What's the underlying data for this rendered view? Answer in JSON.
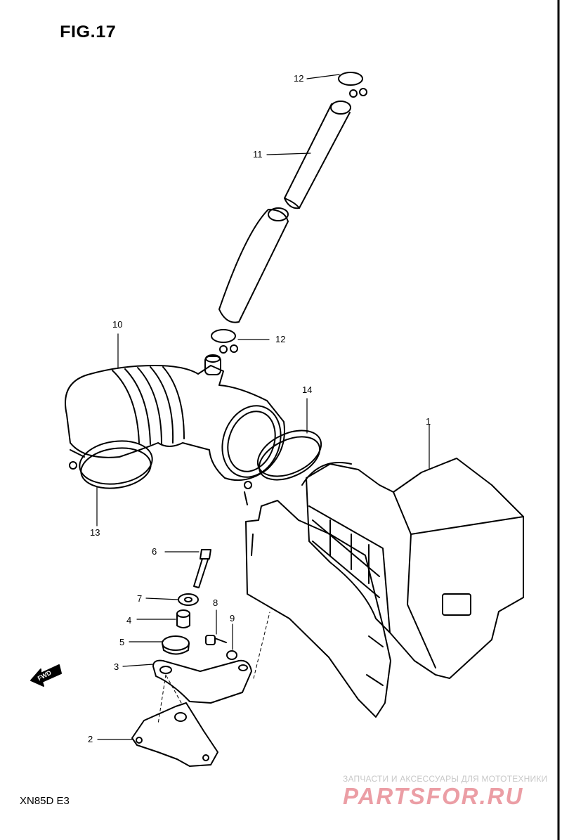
{
  "figure": {
    "title": "FIG.17",
    "model": "XN85D E3"
  },
  "callouts": [
    {
      "id": "c12a",
      "label": "12"
    },
    {
      "id": "c11",
      "label": "11"
    },
    {
      "id": "c12b",
      "label": "12"
    },
    {
      "id": "c10",
      "label": "10"
    },
    {
      "id": "c14",
      "label": "14"
    },
    {
      "id": "c1",
      "label": "1"
    },
    {
      "id": "c13",
      "label": "13"
    },
    {
      "id": "c6",
      "label": "6"
    },
    {
      "id": "c7",
      "label": "7"
    },
    {
      "id": "c8",
      "label": "8"
    },
    {
      "id": "c4",
      "label": "4"
    },
    {
      "id": "c9",
      "label": "9"
    },
    {
      "id": "c5",
      "label": "5"
    },
    {
      "id": "c3",
      "label": "3"
    },
    {
      "id": "c2",
      "label": "2"
    }
  ],
  "fwd_label": "FWD",
  "watermark": {
    "caption": "ЗАПЧАСТИ И АКСЕССУАРЫ ДЛЯ МОТОТЕХНИКИ",
    "logo": "PARTSFOR.RU"
  }
}
